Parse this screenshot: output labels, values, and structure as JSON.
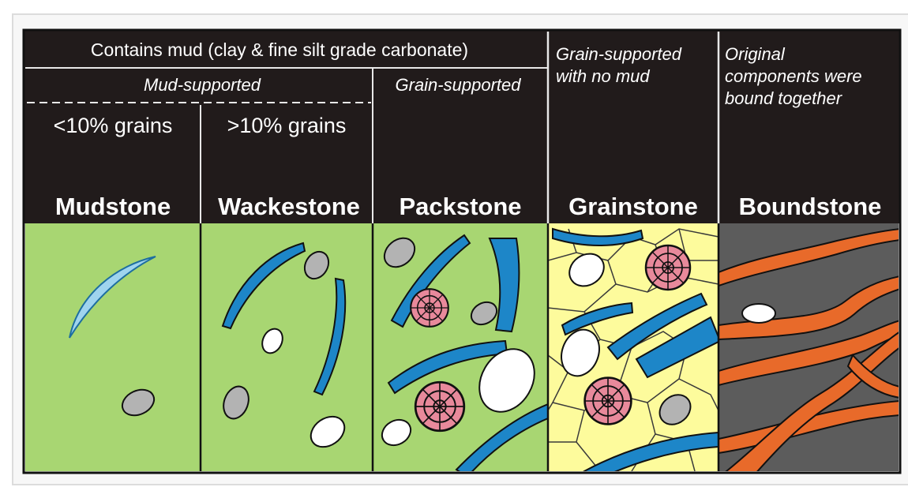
{
  "header": {
    "contains_mud": "Contains mud (clay & fine silt grade carbonate)",
    "mud_supported": "Mud-supported",
    "grain_supported": "Grain-supported",
    "grain_supported_no_mud_line1": "Grain-supported",
    "grain_supported_no_mud_line2": "with no mud",
    "bound_line1": "Original",
    "bound_line2": "components were",
    "bound_line3": "bound together",
    "lt10": "<10% grains",
    "gt10": ">10% grains"
  },
  "rock_types": [
    "Mudstone",
    "Wackestone",
    "Packstone",
    "Grainstone",
    "Boundstone"
  ],
  "colors": {
    "header_bg": "#211b1b",
    "mud_matrix": "#a8d672",
    "grain_cement": "#fdfb9c",
    "bound_matrix": "#5c5c5c",
    "skeletal_fragment": "#1d86c8",
    "ooid_pink": "#e8899b",
    "pellet_grey": "#b3b3b3",
    "binding_organism": "#e86a2a"
  }
}
